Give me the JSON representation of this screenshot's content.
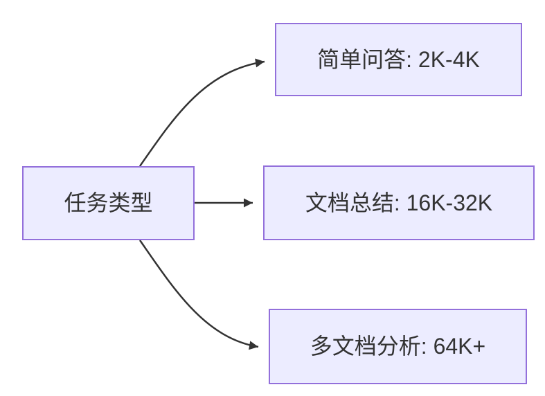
{
  "diagram": {
    "type": "flowchart-lr",
    "root": {
      "label": "任务类型"
    },
    "branches": [
      {
        "label": "简单问答: 2K-4K"
      },
      {
        "label": "文档总结: 16K-32K"
      },
      {
        "label": "多文档分析: 64K+"
      }
    ],
    "edges": [
      {
        "from": "任务类型",
        "to": "简单问答: 2K-4K"
      },
      {
        "from": "任务类型",
        "to": "文档总结: 16K-32K"
      },
      {
        "from": "任务类型",
        "to": "多文档分析: 64K+"
      }
    ],
    "colors": {
      "node_fill": "#ECECFF",
      "node_border": "#9370DB",
      "edge_stroke": "#333333",
      "text": "#333333",
      "background": "#FFFFFF"
    }
  }
}
